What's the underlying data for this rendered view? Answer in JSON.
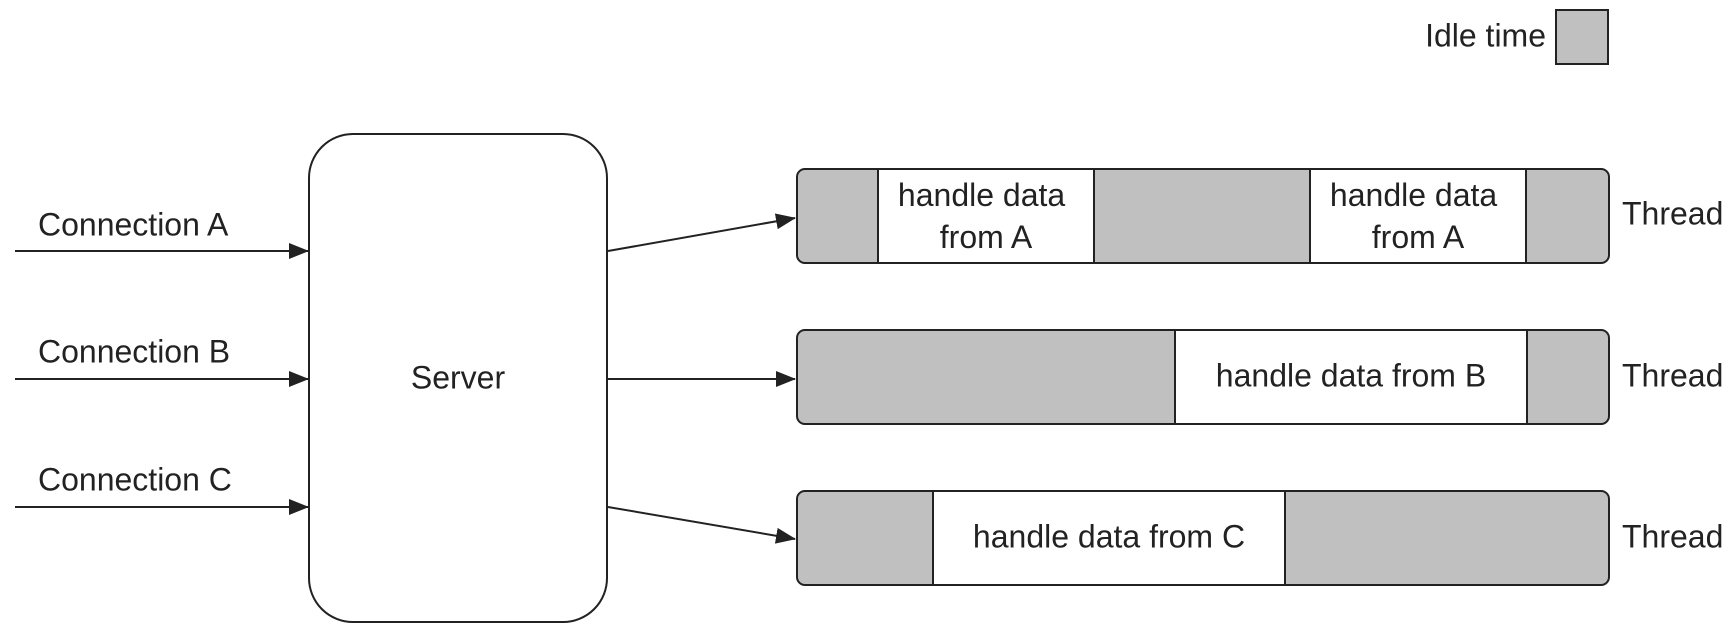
{
  "legend": {
    "label": "Idle time",
    "swatch_color": "#c0c0c0"
  },
  "connections": [
    {
      "label": "Connection A"
    },
    {
      "label": "Connection B"
    },
    {
      "label": "Connection C"
    }
  ],
  "server": {
    "label": "Server"
  },
  "threads": [
    {
      "label": "Thread",
      "segments": [
        {
          "kind": "idle"
        },
        {
          "kind": "work",
          "lines": [
            "handle data",
            "from A"
          ]
        },
        {
          "kind": "idle"
        },
        {
          "kind": "work",
          "lines": [
            "handle data",
            "from A"
          ]
        },
        {
          "kind": "idle"
        }
      ]
    },
    {
      "label": "Thread",
      "segments": [
        {
          "kind": "idle"
        },
        {
          "kind": "work",
          "lines": [
            "handle data from B"
          ]
        },
        {
          "kind": "idle"
        }
      ]
    },
    {
      "label": "Thread",
      "segments": [
        {
          "kind": "idle"
        },
        {
          "kind": "work",
          "lines": [
            "handle data from C"
          ]
        },
        {
          "kind": "idle"
        }
      ]
    }
  ],
  "colors": {
    "idle": "#c0c0c0",
    "work": "#ffffff",
    "stroke": "#222222"
  }
}
